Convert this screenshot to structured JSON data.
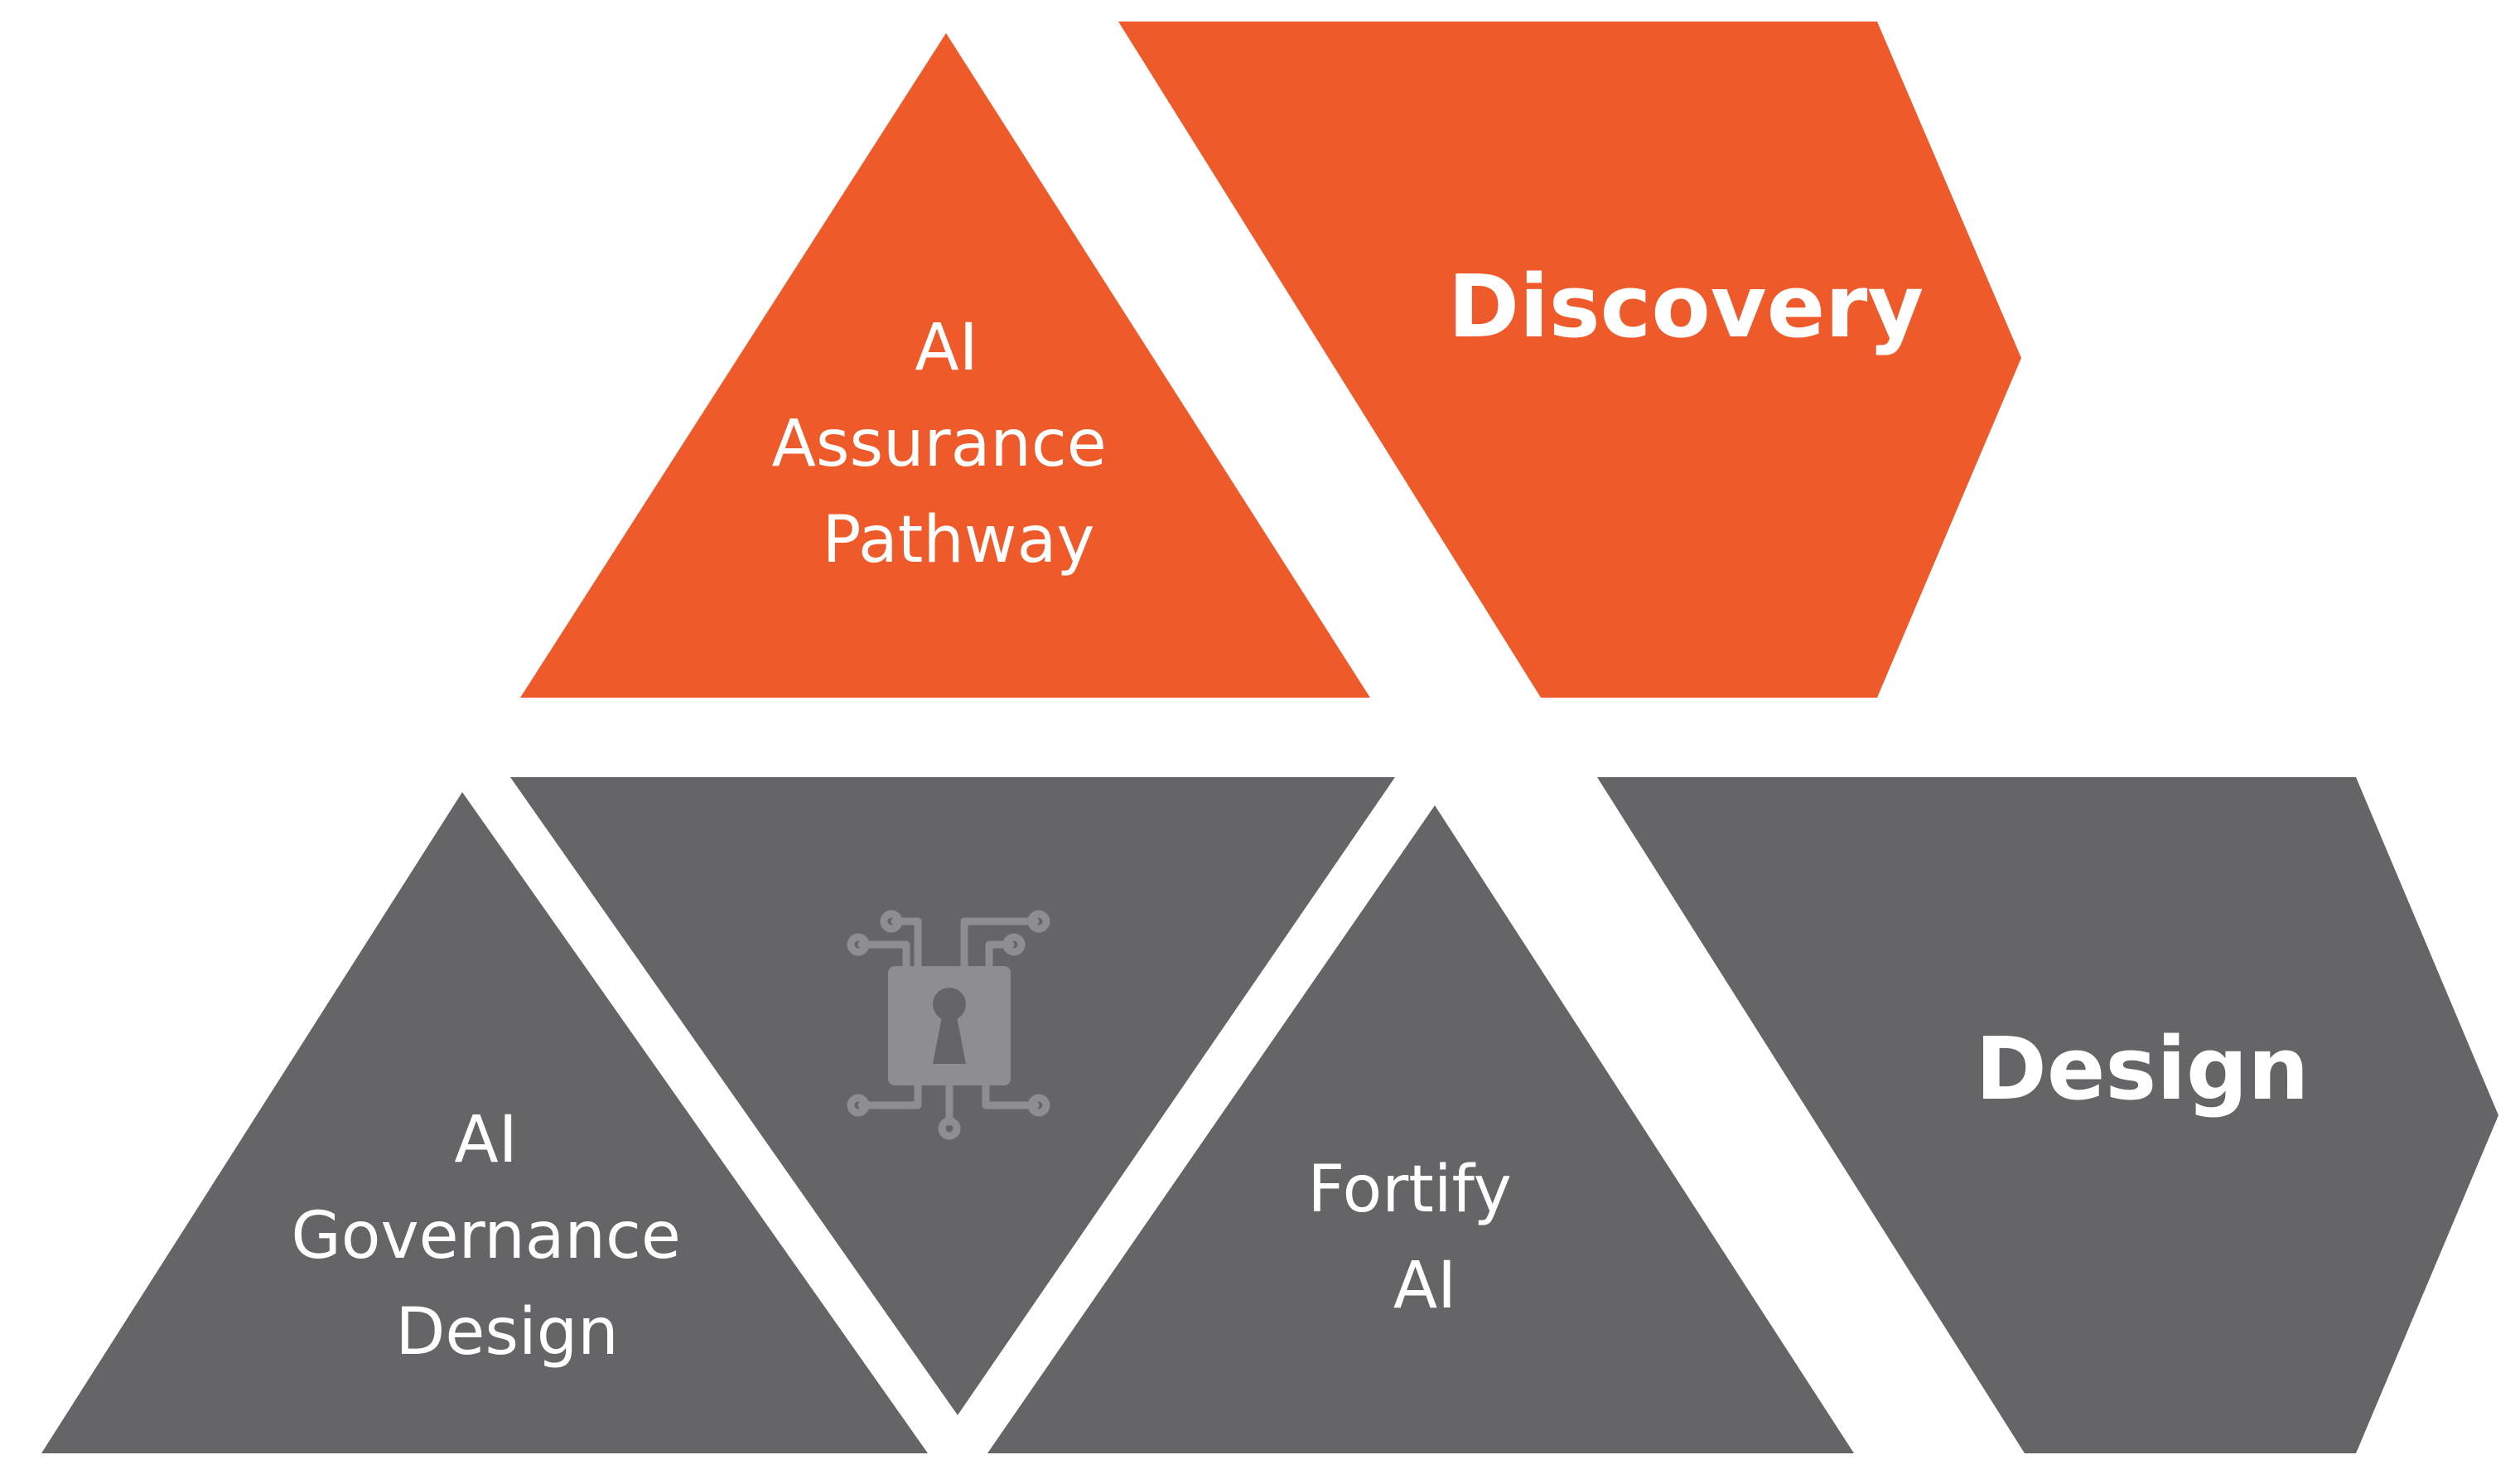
{
  "colors": {
    "accent": "#EF5A2B",
    "neutral": "#656567",
    "background": "#FFFFFF",
    "icon": "#8E8E90",
    "text": "#FFFFFF"
  },
  "top_row": {
    "triangle": {
      "line1": "AI",
      "line2": "Assurance",
      "line3": "Pathway"
    },
    "arrow": {
      "label": "Discovery"
    }
  },
  "bottom_row": {
    "left_triangle": {
      "line1": "AI",
      "line2": "Governance",
      "line3": "Design"
    },
    "center_triangle": {
      "icon": "circuit-lock-icon"
    },
    "right_triangle": {
      "line1": "Fortify",
      "line2": "AI"
    },
    "arrow": {
      "label": "Design"
    }
  }
}
